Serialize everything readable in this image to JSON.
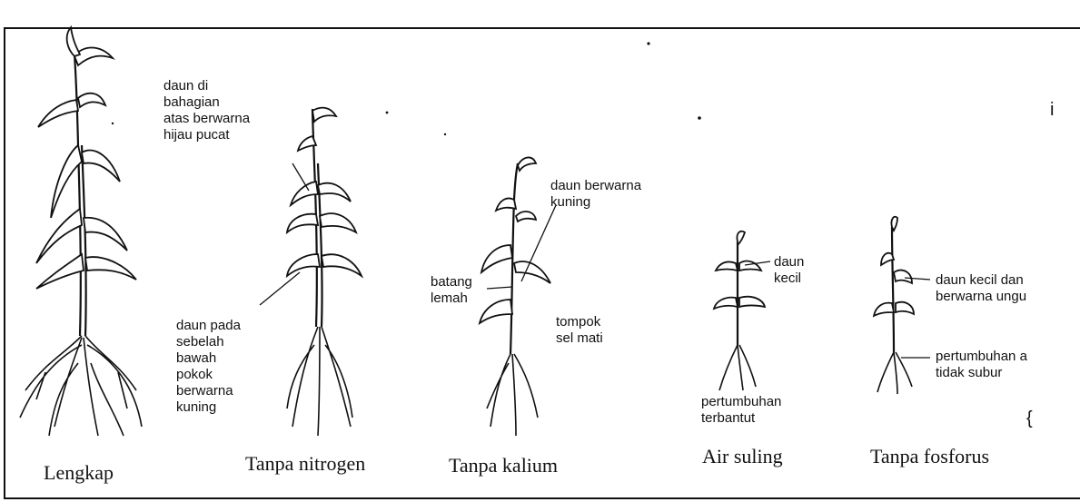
{
  "figure": {
    "plants": [
      {
        "caption": "Lengkap"
      },
      {
        "caption": "Tanpa nitrogen"
      },
      {
        "caption": "Tanpa kalium"
      },
      {
        "caption": "Air suling"
      },
      {
        "caption": "Tanpa fosforus"
      }
    ],
    "annotations": {
      "nitrogen_top": "daun di\nbahagian\natas berwarna\nhijau pucat",
      "nitrogen_bottom": "daun pada\nsebelah\nbawah\npokok\nberwarna\nkuning",
      "kalium_leaf": "daun berwarna\nkuning",
      "kalium_stem": "batang\nlemah",
      "kalium_spots": "tompok\nsel mati",
      "suling_leaf": "daun\nkecil",
      "suling_growth": "pertumbuhan\nterbantut",
      "fosforus_leaf": "daun kecil dan\nberwarna ungu",
      "fosforus_growth": "pertumbuhan a\ntidak subur"
    },
    "margin_marks": {
      "right_top": "i",
      "right_bottom": "{"
    }
  }
}
